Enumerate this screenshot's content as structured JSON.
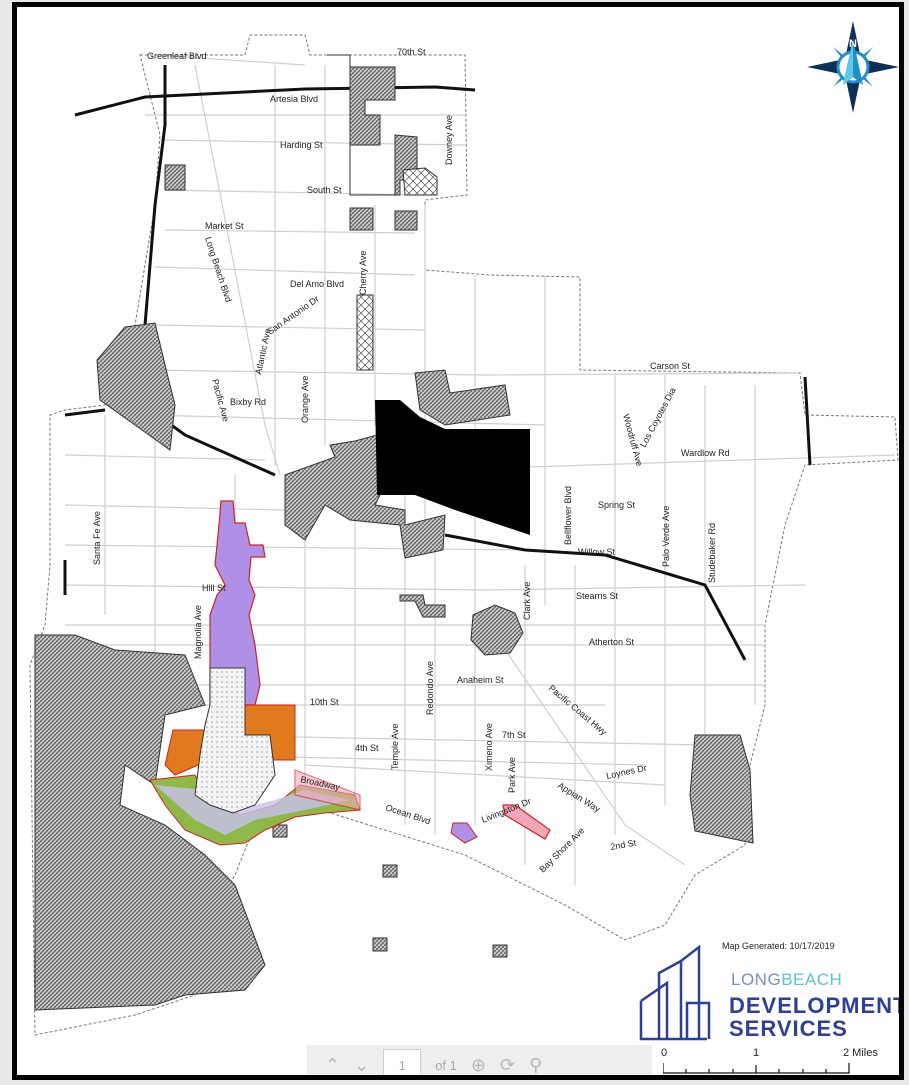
{
  "map": {
    "streets": {
      "greenleaf": "Greenleaf Blvd",
      "seventieth": "70th St",
      "artesia": "Artesia Blvd",
      "harding": "Harding St",
      "downey": "Downey Ave",
      "south": "South St",
      "market": "Market St",
      "long_beach_blvd": "Long Beach Blvd",
      "cherry": "Cherry Ave",
      "del_amo": "Del Amo Blvd",
      "san_antonio": "San Antonio Dr",
      "atlantic": "Atlantic Ave",
      "orange": "Orange Ave",
      "pacific": "Pacific Ave",
      "bixby": "Bixby Rd",
      "carson": "Carson St",
      "wardlow": "Wardlow Rd",
      "woodruff": "Woodruff Ave",
      "los_coyotes": "Los Coyotes Dia",
      "spring": "Spring St",
      "bellflower": "Bellflower Blvd",
      "palo_verde": "Palo Verde Ave",
      "studebaker": "Studebaker Rd",
      "willow": "Willow St",
      "santa_fe": "Santa Fe Ave",
      "hill": "Hill St",
      "magnolia": "Magnolia Ave",
      "stearns": "Stearns St",
      "clark": "Clark Ave",
      "atherton": "Atherton St",
      "anaheim": "Anaheim St",
      "redondo": "Redondo Ave",
      "pch": "Pacific Coast Hwy",
      "tenth": "10th St",
      "seventh": "7th St",
      "temple": "Temple Ave",
      "fourth": "4th St",
      "ximeno": "Ximeno Ave",
      "park": "Park Ave",
      "broadway": "Broadway",
      "appian": "Appian Way",
      "loynes": "Loynes Dr",
      "ocean": "Ocean Blvd",
      "livingston": "Livingston Dr",
      "bay_shore": "Bay Shore Ave",
      "second": "2nd St"
    },
    "north_letter": "N",
    "generated": "Map Generated: 10/17/2019",
    "colors": {
      "purple": "#b08fe6",
      "orange": "#e07a1f",
      "green": "#8fb84a",
      "pink": "#f0a8b8",
      "red_outline": "#d42020",
      "hatch": "#777777",
      "black_area": "#000000",
      "compass": "#1f8fc7",
      "compass_navy": "#0e2f56"
    }
  },
  "logo": {
    "long": "LONG",
    "beach": "BEACH",
    "development": "DEVELOPMENT",
    "services": "SERVICES"
  },
  "scale": {
    "zero": "0",
    "one": "1",
    "two": "2 Miles"
  },
  "toolbar": {
    "page": "1",
    "of": "of 1"
  }
}
